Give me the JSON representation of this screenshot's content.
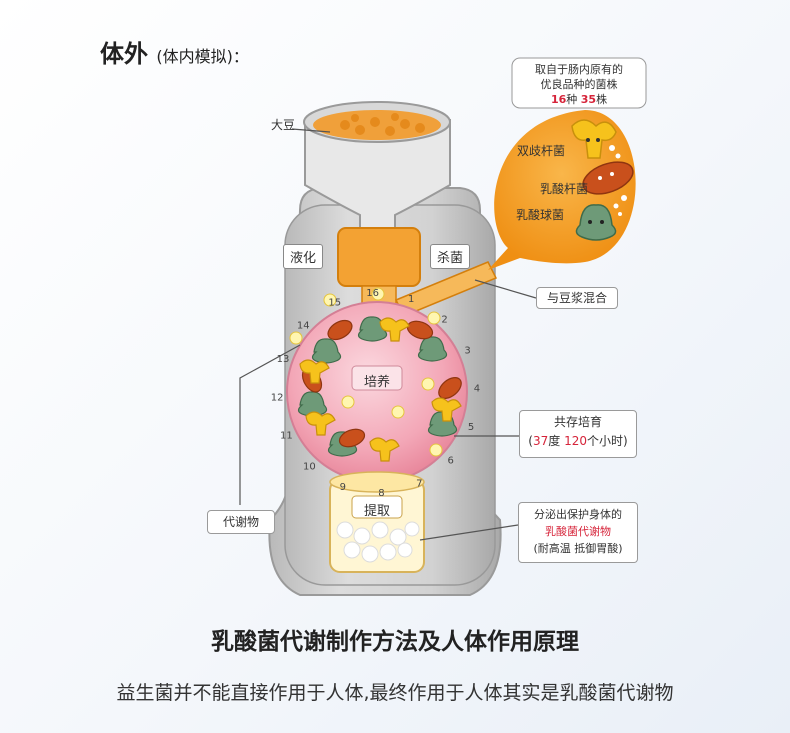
{
  "heading": {
    "main": "体外",
    "sub": "(体内模拟)："
  },
  "diagram": {
    "label_soybean": "大豆",
    "label_liquefy": "液化",
    "label_sterilize": "杀菌",
    "label_mix": "与豆浆混合",
    "label_culture": "培养",
    "label_extract": "提取",
    "label_metabolite": "代谢物",
    "bubble": {
      "line1": "取自于肠内原有的",
      "line2": "优良品种的菌株",
      "count_a": "16",
      "unit_a": "种",
      "count_b": "35",
      "unit_b": "株"
    },
    "bacteria_labels": [
      "双歧杆菌",
      "乳酸杆菌",
      "乳酸球菌"
    ],
    "cocultivate": {
      "title": "共存培育",
      "line_open": "(",
      "temp": "37",
      "temp_unit": "度",
      "hours": "120",
      "hours_unit": "个小时)"
    },
    "secrete": {
      "line1": "分泌出保护身体的",
      "line2": "乳酸菌代谢物",
      "line3": "(耐高温 抵御胃酸)"
    },
    "ring_numbers": [
      "1",
      "2",
      "3",
      "4",
      "5",
      "6",
      "7",
      "8",
      "9",
      "10",
      "11",
      "12",
      "13",
      "14",
      "15",
      "16"
    ]
  },
  "footer": {
    "title": "乳酸菌代谢制作方法及人体作用原理",
    "subtitle": "益生菌并不能直接作用于人体,最终作用于人体其实是乳酸菌代谢物"
  },
  "colors": {
    "orange": "#f39a1e",
    "pink": "#f2a2b4",
    "green": "#6e9a78",
    "yellow": "#f6c21c",
    "brown": "#c9501c",
    "red": "#d6243a"
  }
}
